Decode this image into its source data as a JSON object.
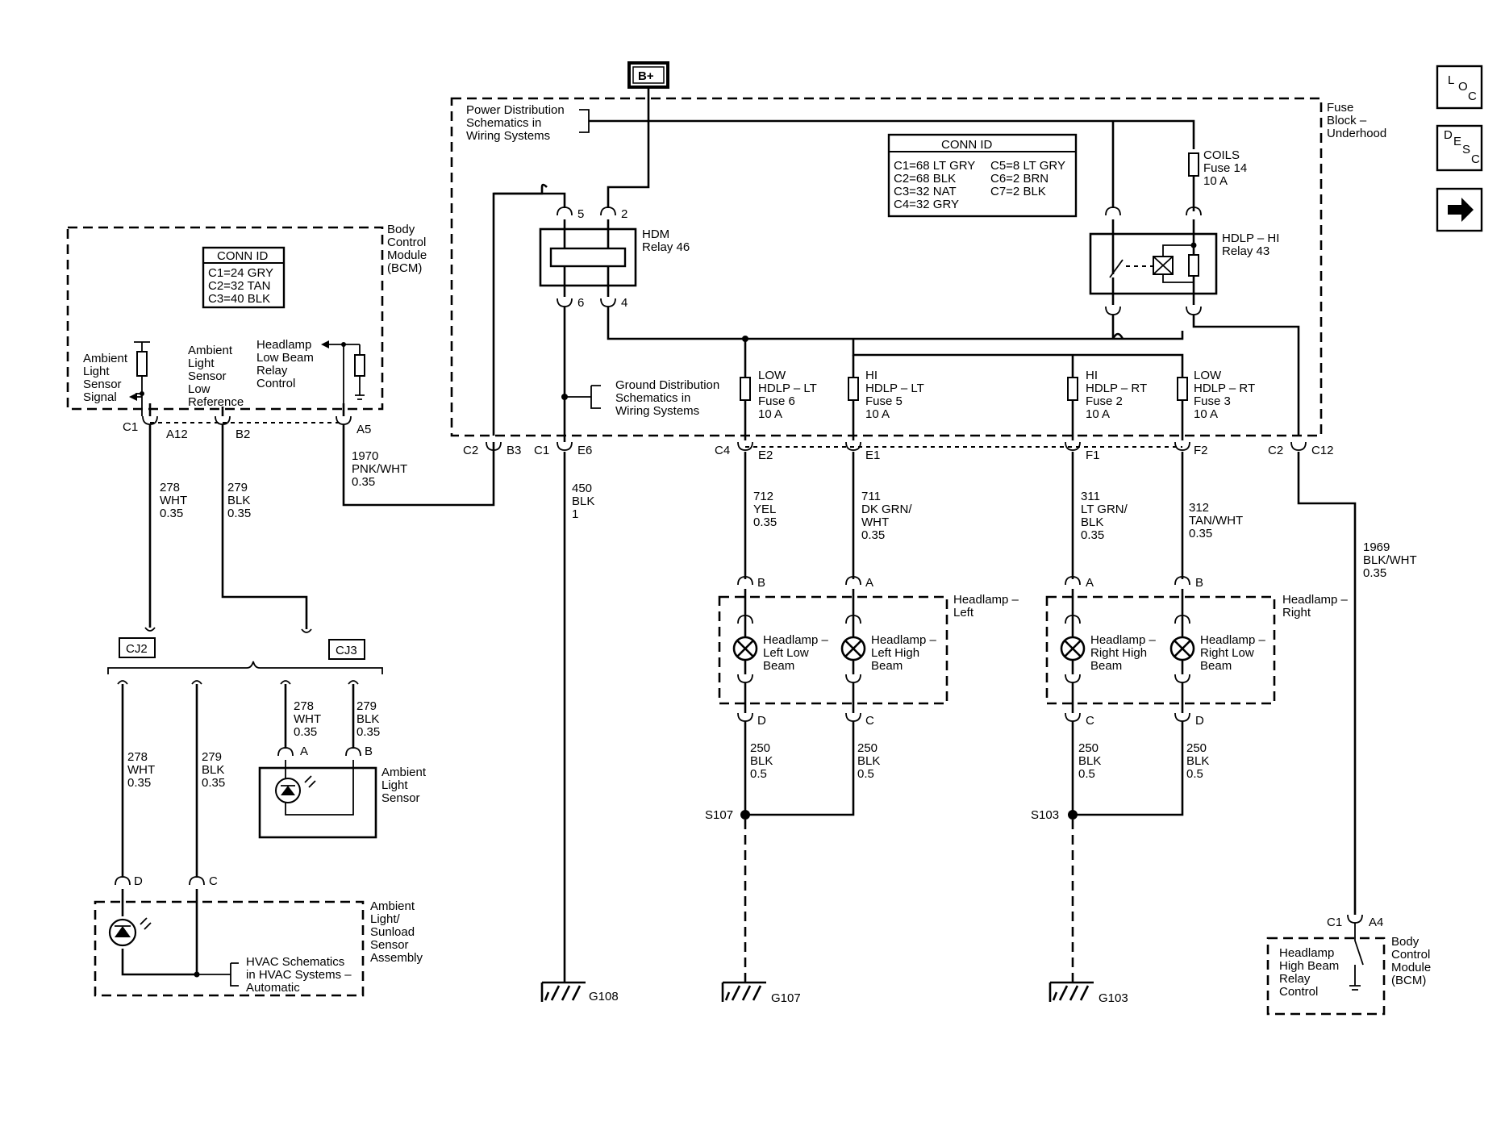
{
  "nav": {
    "loc": [
      "L",
      "O",
      "C"
    ],
    "desc": [
      "D",
      "E",
      "S",
      "C"
    ],
    "next_icon": "arrow-right-icon"
  },
  "power": {
    "bplus": "B+",
    "pds": [
      "Power Distribution",
      "Schematics in",
      "Wiring Systems"
    ]
  },
  "fuse_block": {
    "title": [
      "Fuse",
      "Block –",
      "Underhood"
    ]
  },
  "conn_fuse": {
    "title": "CONN ID",
    "col1": [
      "C1=68 LT GRY",
      "C2=68 BLK",
      "C3=32 NAT",
      "C4=32 GRY"
    ],
    "col2": [
      "C5=8 LT GRY",
      "C6=2 BRN",
      "C7=2 BLK"
    ]
  },
  "coils": {
    "lines": [
      "COILS",
      "Fuse 14",
      "10 A"
    ]
  },
  "hdm": {
    "lines": [
      "HDM",
      "Relay 46"
    ],
    "pins": [
      "5",
      "2",
      "6",
      "4"
    ]
  },
  "hdlp_hi": {
    "lines": [
      "HDLP – HI",
      "Relay 43"
    ]
  },
  "gds": [
    "Ground Distribution",
    "Schematics in",
    "Wiring Systems"
  ],
  "bcm": {
    "title": [
      "Body",
      "Control",
      "Module",
      "(BCM)"
    ],
    "conn_title": "CONN ID",
    "conn": [
      "C1=24 GRY",
      "C2=32 TAN",
      "C3=40 BLK"
    ],
    "ambient_signal": [
      "Ambient",
      "Light",
      "Sensor",
      "Signal"
    ],
    "ambient_lowref": [
      "Ambient",
      "Light",
      "Sensor",
      "Low",
      "Reference"
    ],
    "hdlp_relay": [
      "Headlamp",
      "Low Beam",
      "Relay",
      "Control"
    ]
  },
  "pins": {
    "c1": "C1",
    "a12": "A12",
    "b2": "B2",
    "a5": "A5",
    "c2": "C2",
    "b3": "B3",
    "c1b": "C1",
    "e6": "E6",
    "c4": "C4",
    "e2": "E2",
    "e1": "E1",
    "f1": "F1",
    "f2": "F2",
    "c2b": "C2",
    "c12": "C12"
  },
  "fuses": [
    {
      "lines": [
        "LOW",
        "HDLP – LT",
        "Fuse 6",
        "10 A"
      ]
    },
    {
      "lines": [
        "HI",
        "HDLP – LT",
        "Fuse 5",
        "10 A"
      ]
    },
    {
      "lines": [
        "HI",
        "HDLP – RT",
        "Fuse 2",
        "10 A"
      ]
    },
    {
      "lines": [
        "LOW",
        "HDLP – RT",
        "Fuse 3",
        "10 A"
      ]
    }
  ],
  "wires": {
    "w278": [
      "278",
      "WHT",
      "0.35"
    ],
    "w279": [
      "279",
      "BLK",
      "0.35"
    ],
    "w1970": [
      "1970",
      "PNK/WHT",
      "0.35"
    ],
    "w450": [
      "450",
      "BLK",
      "1"
    ],
    "w712": [
      "712",
      "YEL",
      "0.35"
    ],
    "w711": [
      "711",
      "DK GRN/",
      "WHT",
      "0.35"
    ],
    "w311": [
      "311",
      "LT GRN/",
      "BLK",
      "0.35"
    ],
    "w312": [
      "312",
      "TAN/WHT",
      "0.35"
    ],
    "w1969": [
      "1969",
      "BLK/WHT",
      "0.35"
    ],
    "w278b": [
      "278",
      "WHT",
      "0.35"
    ],
    "w279b": [
      "279",
      "BLK",
      "0.35"
    ],
    "w278c": [
      "278",
      "WHT",
      "0.35"
    ],
    "w279c": [
      "279",
      "BLK",
      "0.35"
    ],
    "w250": [
      "250",
      "BLK",
      "0.5"
    ]
  },
  "lamp_pins": {
    "b": "B",
    "a": "A",
    "a2": "A",
    "b2": "B",
    "d": "D",
    "c": "C",
    "c2": "C",
    "d2": "D"
  },
  "headlamp_left": {
    "title": [
      "Headlamp –",
      "Left"
    ],
    "low": [
      "Headlamp –",
      "Left Low",
      "Beam"
    ],
    "high": [
      "Headlamp –",
      "Left High",
      "Beam"
    ]
  },
  "headlamp_right": {
    "title": [
      "Headlamp –",
      "Right"
    ],
    "high": [
      "Headlamp –",
      "Right High",
      "Beam"
    ],
    "low": [
      "Headlamp –",
      "Right Low",
      "Beam"
    ]
  },
  "splices": {
    "s107": "S107",
    "s103": "S103"
  },
  "grounds": {
    "g108": "G108",
    "g107": "G107",
    "g103": "G103"
  },
  "cj": {
    "cj2": "CJ2",
    "cj3": "CJ3"
  },
  "ambient_sensor": {
    "lines": [
      "Ambient",
      "Light",
      "Sensor"
    ],
    "pin_a": "A",
    "pin_b": "B"
  },
  "sunload": {
    "lines": [
      "Ambient",
      "Light/",
      "Sunload",
      "Sensor",
      "Assembly"
    ],
    "pin_d": "D",
    "pin_c": "C",
    "hvac": [
      "HVAC Schematics",
      "in HVAC Systems –",
      "Automatic"
    ]
  },
  "bcm2": {
    "c1": "C1",
    "a4": "A4",
    "title": [
      "Body",
      "Control",
      "Module",
      "(BCM)"
    ],
    "relay": [
      "Headlamp",
      "High Beam",
      "Relay",
      "Control"
    ]
  }
}
